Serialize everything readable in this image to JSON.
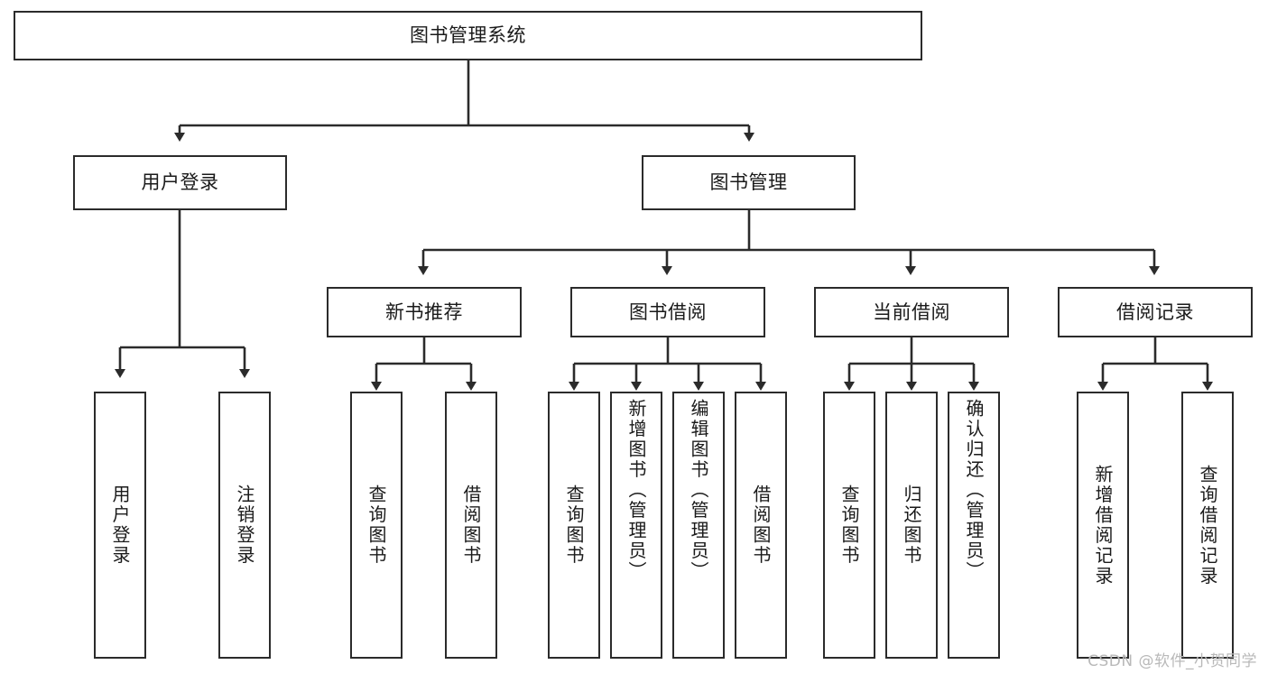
{
  "diagram": {
    "title": "图书管理系统",
    "type": "tree-hierarchy-diagram",
    "colors": {
      "box_border": "#2b2b2b",
      "box_fill": "#ffffff",
      "edge": "#2b2b2b",
      "text": "#1a1a1a",
      "watermark": "#b9b9b9",
      "background": "#ffffff"
    },
    "root": {
      "label": "图书管理系统"
    },
    "level2": [
      {
        "label": "用户登录"
      },
      {
        "label": "图书管理"
      }
    ],
    "level3": [
      {
        "label": "新书推荐"
      },
      {
        "label": "图书借阅"
      },
      {
        "label": "当前借阅"
      },
      {
        "label": "借阅记录"
      }
    ],
    "leaves": {
      "user_login": [
        {
          "label": "用户登录"
        },
        {
          "label": "注销登录"
        }
      ],
      "new_book_recommend": [
        {
          "label": "查询图书"
        },
        {
          "label": "借阅图书"
        }
      ],
      "book_borrow": [
        {
          "label": "查询图书"
        },
        {
          "label": "新增图书（管理员）"
        },
        {
          "label": "编辑图书（管理员）"
        },
        {
          "label": "借阅图书"
        }
      ],
      "current_borrow": [
        {
          "label": "查询图书"
        },
        {
          "label": "归还图书"
        },
        {
          "label": "确认归还（管理员）"
        }
      ],
      "borrow_record": [
        {
          "label": "新增借阅记录"
        },
        {
          "label": "查询借阅记录"
        }
      ]
    }
  },
  "watermark": {
    "text": "CSDN @软件_小贺同学"
  }
}
